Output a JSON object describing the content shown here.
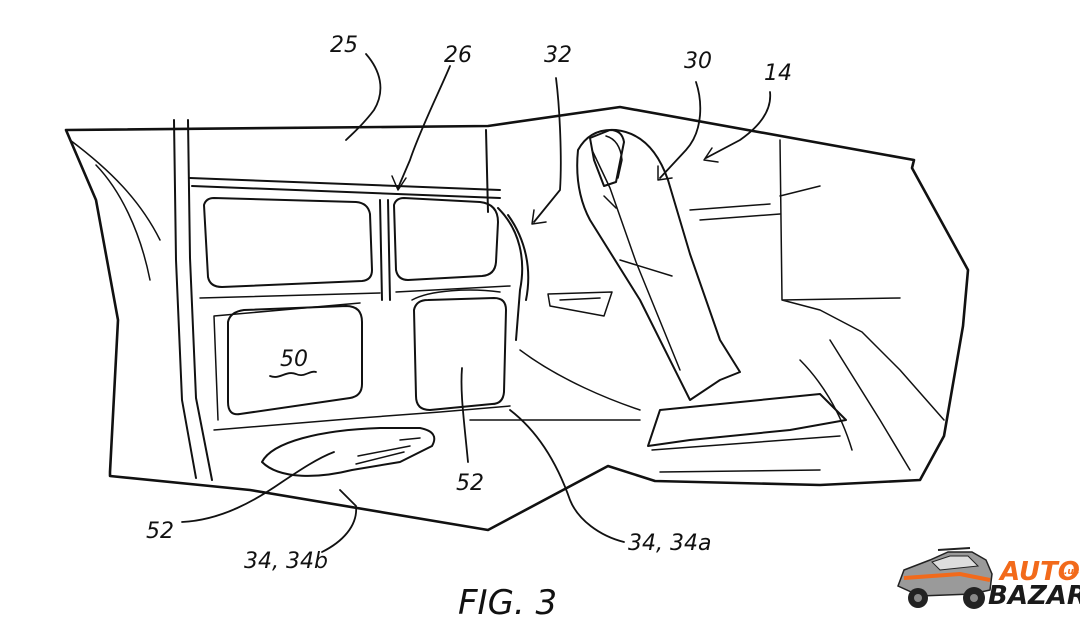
{
  "figure": {
    "caption": "FIG. 3",
    "reference_numerals": {
      "n25": "25",
      "n26": "26",
      "n32": "32",
      "n30": "30",
      "n14": "14",
      "n50": "50",
      "n52_center": "52",
      "n52_left": "52",
      "n34_34a": "34, 34a",
      "n34_34b": "34, 34b"
    }
  },
  "watermark": {
    "line1": "AUTO",
    "line2": "BAZAR",
    "suffix": ".us",
    "colors": {
      "orange": "#f26a1b",
      "dark": "#1a1a1a"
    }
  }
}
